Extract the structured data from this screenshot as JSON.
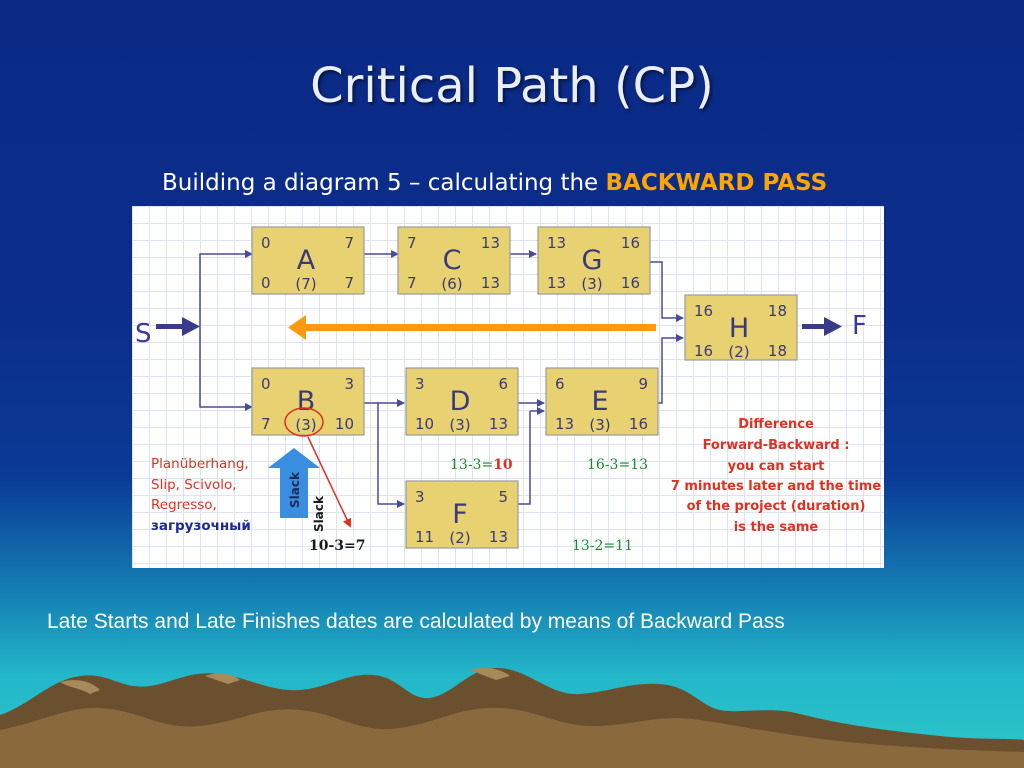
{
  "slide": {
    "title": "Critical Path (CP)",
    "subtitle_prefix": "Building a diagram 5 – calculating the ",
    "subtitle_highlight": "BACKWARD PASS",
    "footer": "Late Starts and Late Finishes dates are calculated by means of Backward Pass"
  },
  "diagram": {
    "start_label": "S",
    "finish_label": "F",
    "nodes": {
      "A": {
        "name": "A",
        "es": "0",
        "ef": "7",
        "ls": "0",
        "lf": "7",
        "dur": "(7)"
      },
      "C": {
        "name": "C",
        "es": "7",
        "ef": "13",
        "ls": "7",
        "lf": "13",
        "dur": "(6)"
      },
      "G": {
        "name": "G",
        "es": "13",
        "ef": "16",
        "ls": "13",
        "lf": "16",
        "dur": "(3)"
      },
      "H": {
        "name": "H",
        "es": "16",
        "ef": "18",
        "ls": "16",
        "lf": "18",
        "dur": "(2)"
      },
      "B": {
        "name": "B",
        "es": "0",
        "ef": "3",
        "ls": "7",
        "lf": "10",
        "dur": "(3)"
      },
      "D": {
        "name": "D",
        "es": "3",
        "ef": "6",
        "ls": "10",
        "lf": "13",
        "dur": "(3)"
      },
      "E": {
        "name": "E",
        "es": "6",
        "ef": "9",
        "ls": "13",
        "lf": "16",
        "dur": "(3)"
      },
      "F": {
        "name": "F",
        "es": "3",
        "ef": "5",
        "ls": "11",
        "lf": "13",
        "dur": "(2)"
      }
    },
    "calc_d_prefix": "13-3=",
    "calc_d_value": "10",
    "calc_e": "16-3=13",
    "calc_f": "13-2=11",
    "calc_b": "10-3=7",
    "slack_label": "Slack",
    "slack_label_small": "Slack",
    "term_lines": [
      "Planüberhang,",
      "Slip, Scivolo,",
      "Regresso,"
    ],
    "term_russian": "загрузочный",
    "difference_lines": [
      "Difference",
      "Forward-Backward :",
      "you can start",
      "7 minutes later and the time",
      "of the project (duration)",
      "is the same"
    ],
    "colors": {
      "node_fill": "#e8d170",
      "node_stroke": "#9a9aa0",
      "node_text": "#3a3a7a",
      "arrow": "#4a4a9a",
      "backward_arrow": "#ff9a10",
      "red": "#e03020",
      "green": "#1a8a2a",
      "slack_blue": "#3a8ee0"
    }
  }
}
